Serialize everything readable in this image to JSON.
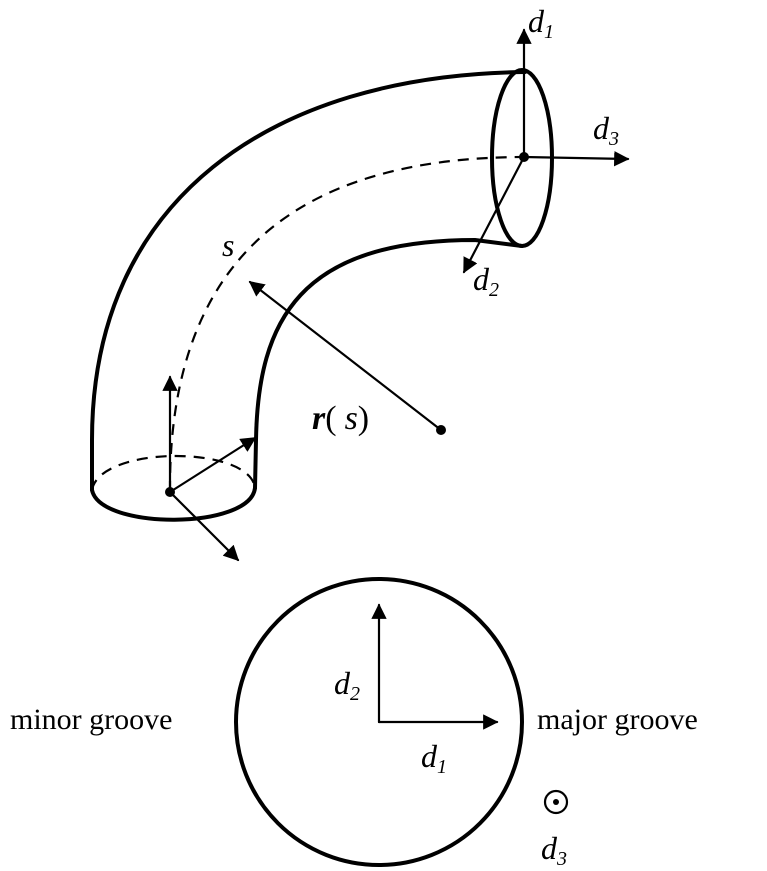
{
  "labels": {
    "d1_top": "d",
    "d1_top_sub": "1",
    "d3_top": "d",
    "d3_top_sub": "3",
    "d2_top": "d",
    "d2_top_sub": "2",
    "s": "s",
    "r_of_s_r": "r",
    "r_of_s_open": "(",
    "r_of_s_s": "s",
    "r_of_s_close": ")",
    "d2_bottom": "d",
    "d2_bottom_sub": "2",
    "d1_bottom": "d",
    "d1_bottom_sub": "1",
    "d3_bottom": "d",
    "d3_bottom_sub": "3",
    "minor_groove": "minor groove",
    "major_groove": "major groove"
  },
  "colors": {
    "ink": "#000000",
    "background": "#ffffff"
  }
}
